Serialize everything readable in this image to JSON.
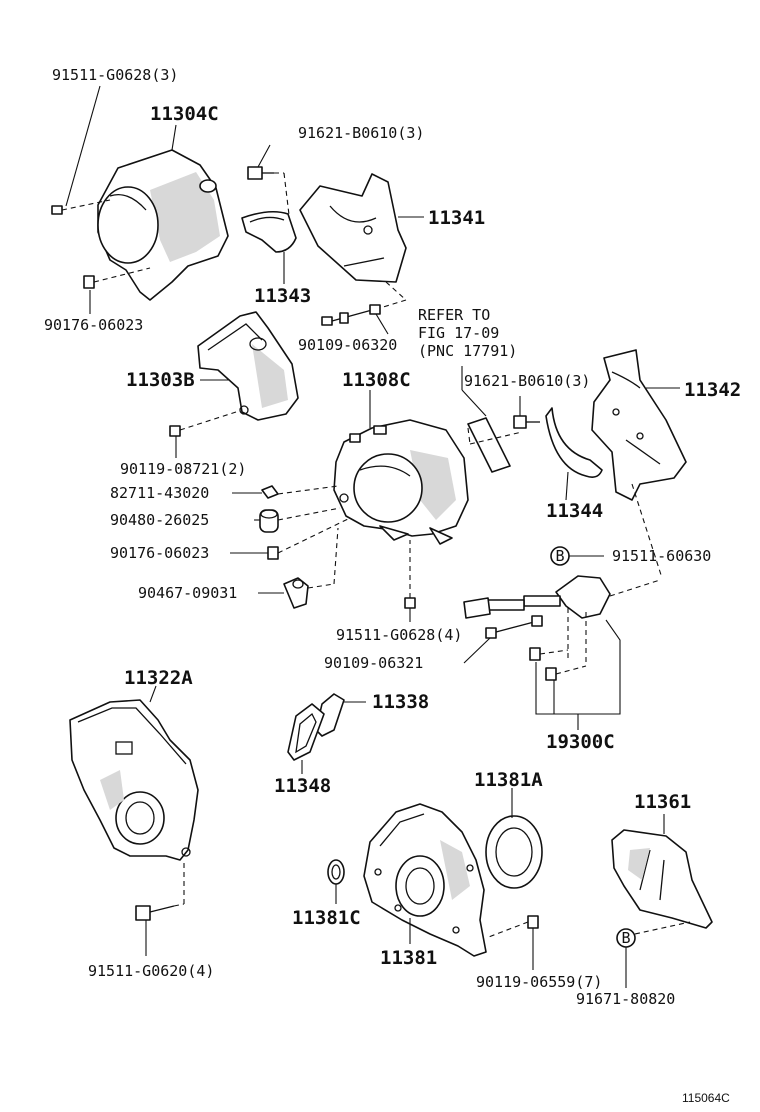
{
  "parts": {
    "p91511_G0628_3": "91511-G0628(3)",
    "p11304C": "11304C",
    "p91621_B0610_3a": "91621-B0610(3)",
    "p11341": "11341",
    "p11343": "11343",
    "p90176_06023a": "90176-06023",
    "p90109_06320": "90109-06320",
    "p11303B": "11303B",
    "p11308C": "11308C",
    "p91621_B0610_3b": "91621-B0610(3)",
    "p11342": "11342",
    "p90119_08721_2": "90119-08721(2)",
    "p82711_43020": "82711-43020",
    "p11344": "11344",
    "p90480_26025": "90480-26025",
    "p90176_06023b": "90176-06023",
    "p91511_60630": "91511-60630",
    "p90467_09031": "90467-09031",
    "p91511_G0628_4": "91511-G0628(4)",
    "p90109_06321": "90109-06321",
    "p11322A": "11322A",
    "p11338": "11338",
    "p19300C": "19300C",
    "p11348": "11348",
    "p11381A": "11381A",
    "p11361": "11361",
    "p11381C": "11381C",
    "p11381": "11381",
    "p90119_06559_7": "90119-06559(7)",
    "p91511_G0620_4": "91511-G0620(4)",
    "p91671_80820": "91671-80820"
  },
  "refer": {
    "line1": "REFER TO",
    "line2": "FIG 17-09",
    "line3": "(PNC 17791)"
  },
  "markers": {
    "b1": "B",
    "b2": "B"
  },
  "footer": {
    "code": "115064C"
  }
}
